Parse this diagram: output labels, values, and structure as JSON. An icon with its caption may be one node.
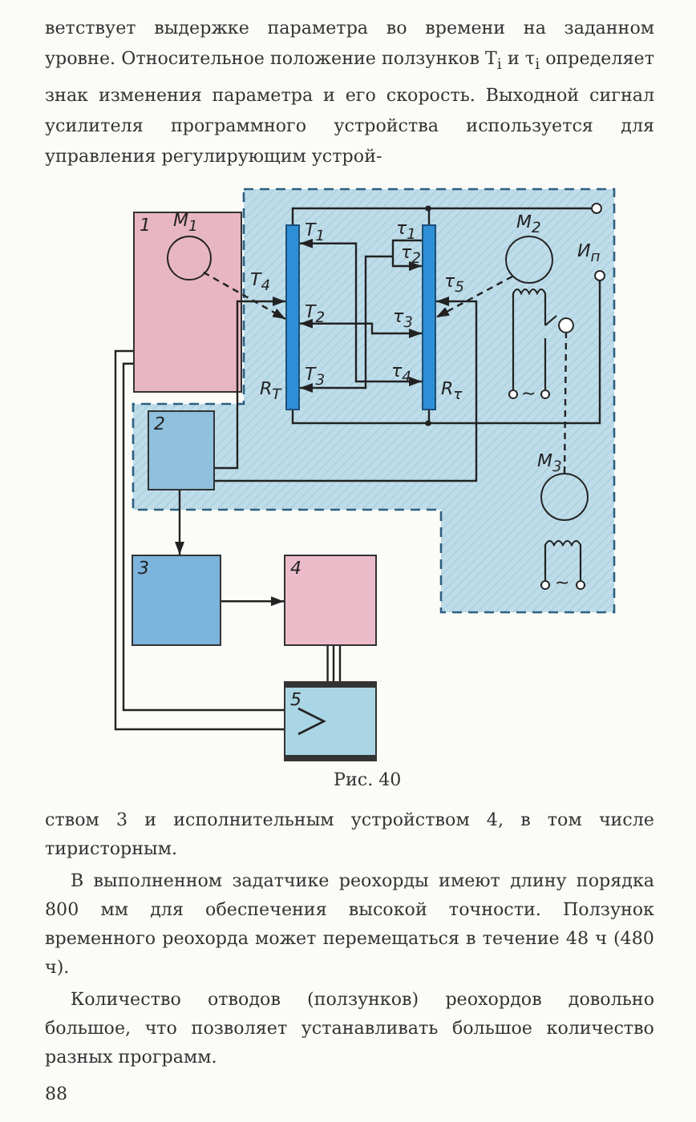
{
  "diagram": {
    "caption": "Рис. 40",
    "nodes": [
      {
        "text": [
          "1"
        ]
      },
      {
        "text": [],
        "shape": "circle",
        "in": 0,
        "beside": [
          "M$_{1}$"
        ]
      },
      {
        "text": [
          "2"
        ]
      },
      {
        "text": [],
        "shape": "bar",
        "beside": [
          "R$_{T}$"
        ]
      },
      {
        "text": [],
        "shape": "bar",
        "beside": [
          "R$_{τ}$"
        ]
      },
      {
        "text": [],
        "shape": "circle",
        "beside": [
          "M$_{2}$"
        ]
      },
      {
        "text": [],
        "shape": "circle",
        "beside": [
          "M$_{3}$"
        ]
      },
      {
        "text": [
          "3"
        ]
      },
      {
        "text": [
          "4"
        ]
      },
      {
        "text": [
          "5"
        ]
      },
      {
        "text": [],
        "shape": "circle"
      }
    ],
    "edges": [
      {
        "from": 1,
        "to": 3,
        "arrow": "to",
        "style": "dashed"
      },
      {
        "from": 2,
        "to": 3,
        "arrow": "to"
      },
      {
        "from": 2,
        "to": 4,
        "arrow": "to"
      },
      {
        "from": 5,
        "to": 4,
        "arrow": "to",
        "style": "dashed"
      },
      {
        "from": 3,
        "to": 4,
        "arrow": "both"
      },
      {
        "from": 3,
        "to": 4,
        "arrow": "both"
      },
      {
        "from": 3,
        "to": 4,
        "arrow": "both"
      },
      {
        "from": 3,
        "to": 4,
        "arrow": "none"
      },
      {
        "from": 3,
        "to": 4,
        "arrow": "none"
      },
      {
        "from": 2,
        "to": 7,
        "arrow": "to"
      },
      {
        "from": 7,
        "to": 8,
        "arrow": "to"
      },
      {
        "from": 8,
        "to": 9,
        "arrow": "none"
      },
      {
        "from": 0,
        "to": 9,
        "arrow": "none"
      },
      {
        "from": 0,
        "to": 9,
        "arrow": "none"
      },
      {
        "from": 6,
        "to": 10,
        "arrow": "none",
        "style": "dashed"
      }
    ],
    "labels": [
      "ветствует выдержке параметра во времени на заданном уровне. Относительное положение ползунков T$_{i}$ и τ$_{i}$ определяет знак изменения параметра и его скорость. Выходной сигнал усилителя программного устройства используется для управления регулирующим устрой-",
      "T$_{1}$",
      "τ$_{1}$",
      "τ$_{2}$",
      "И$_{п}$",
      "T$_{4}$",
      "τ$_{5}$",
      "T$_{2}$",
      "τ$_{3}$",
      "T$_{3}$",
      "τ$_{4}$",
      "~",
      "~",
      "ством 3 и исполнительным устройством 4, в том числе тиристорным.",
      "В выполненном задатчике реохорды имеют длину порядка 800 мм для обеспечения высокой точности. Ползунок временного реохорда может перемещаться в течение 48 ч (480 ч).",
      "Количество отводов (ползунков) реохордов довольно большое, что позволяет устанавливать большое количество разных программ.",
      "88"
    ]
  }
}
